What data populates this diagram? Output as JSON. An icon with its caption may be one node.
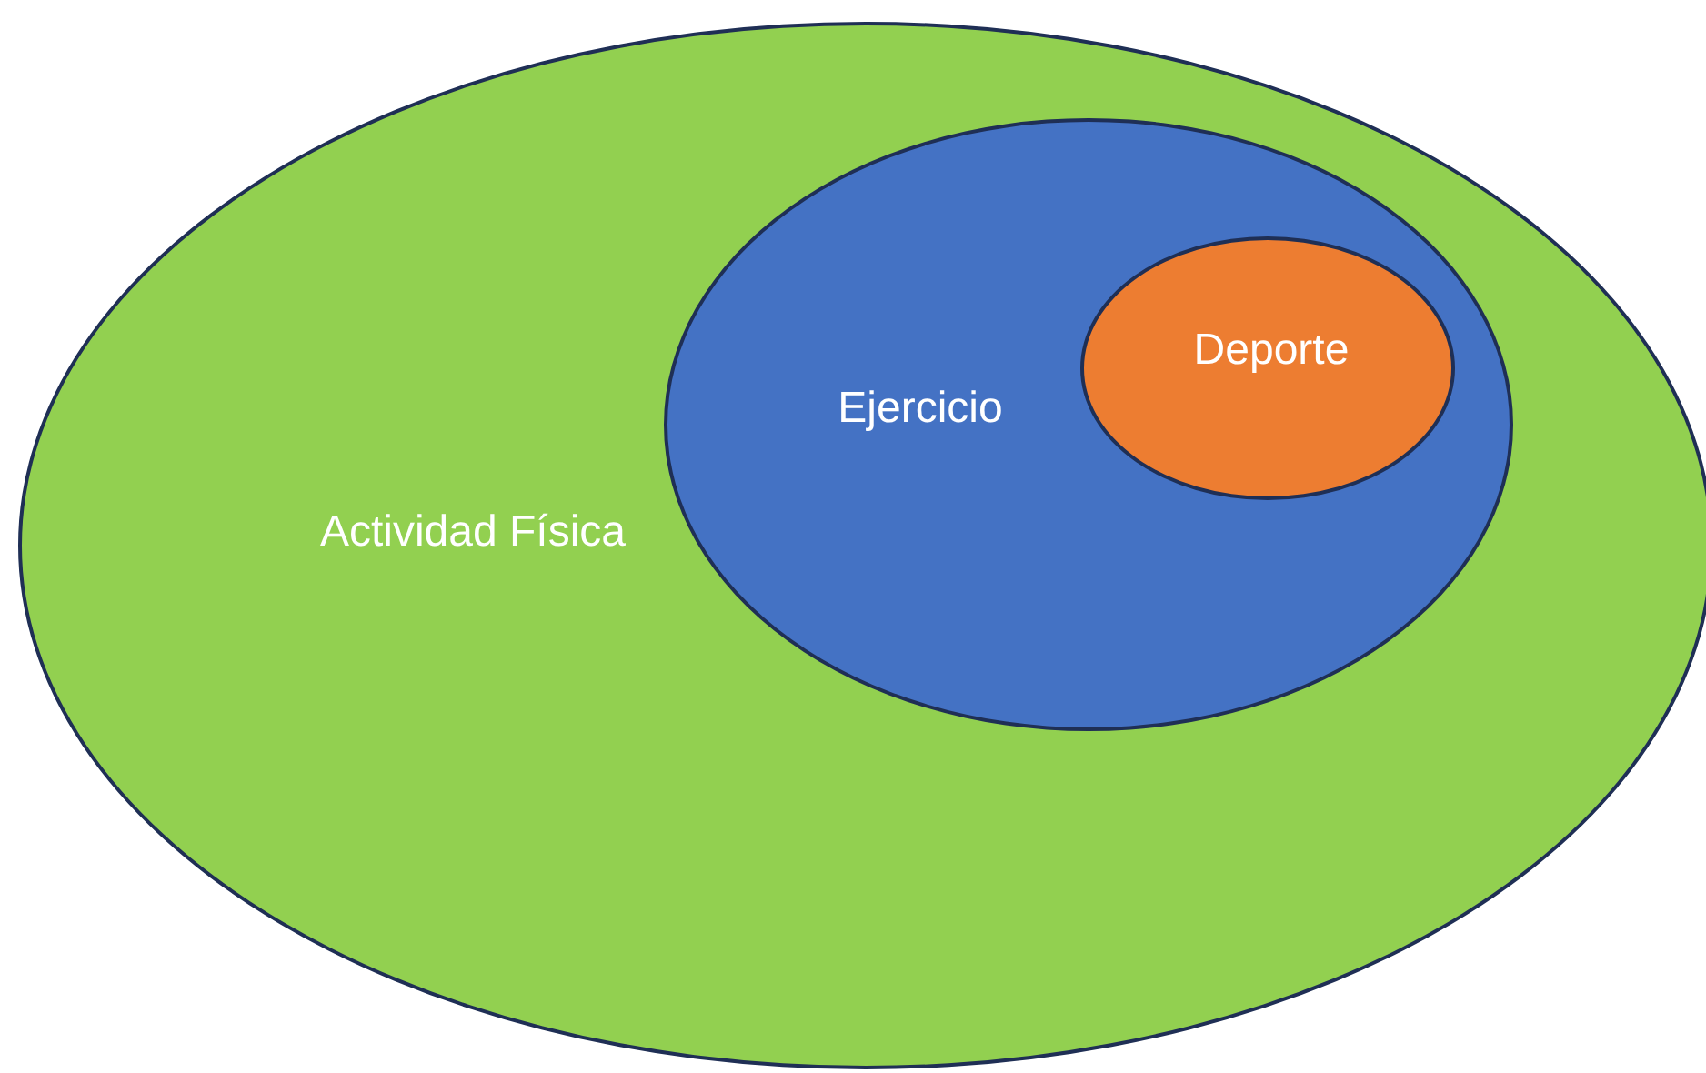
{
  "diagram": {
    "nodes": [
      {
        "text": [
          "Actividad Física"
        ]
      },
      {
        "text": [
          "Ejercicio"
        ],
        "in": 0
      },
      {
        "text": [
          "Deporte"
        ],
        "in": 1
      }
    ]
  }
}
